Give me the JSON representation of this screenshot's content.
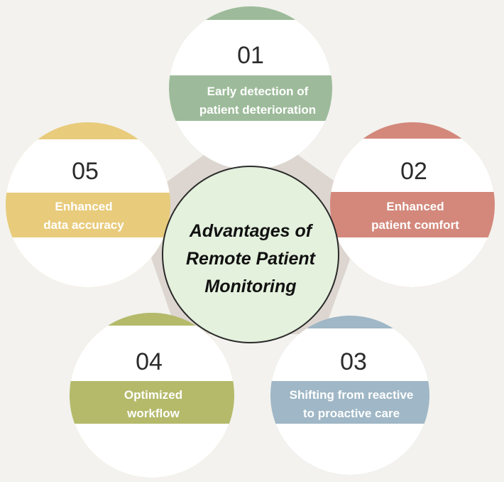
{
  "title_lines": [
    "Advantages of",
    "Remote Patient",
    "Monitoring"
  ],
  "items": [
    {
      "number": "01",
      "lines": [
        "Early detection of",
        "patient deterioration"
      ],
      "color": "#9dbb9a"
    },
    {
      "number": "02",
      "lines": [
        "Enhanced",
        "patient comfort"
      ],
      "color": "#d3887b"
    },
    {
      "number": "03",
      "lines": [
        "Shifting from reactive",
        "to proactive care"
      ],
      "color": "#9fb7c6"
    },
    {
      "number": "04",
      "lines": [
        "Optimized",
        "workflow"
      ],
      "color": "#b4ba6a"
    },
    {
      "number": "05",
      "lines": [
        "Enhanced",
        "data accuracy"
      ],
      "color": "#e8cb7b"
    }
  ],
  "colors": {
    "background": "#f3f2ee",
    "pentagon": "#ddd6d0",
    "center_fill": "#e4f1dd",
    "center_stroke": "#2a2a2a"
  }
}
